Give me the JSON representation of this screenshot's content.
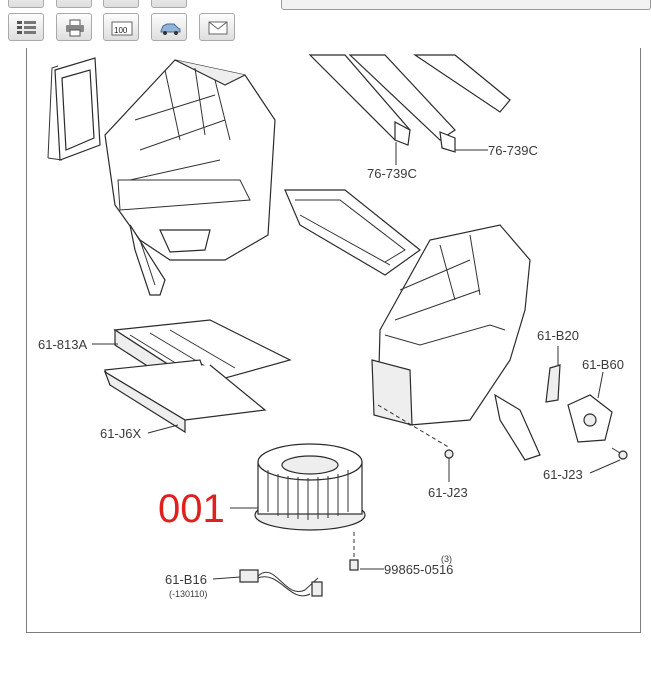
{
  "diagram": {
    "callout": "001",
    "labels": {
      "p76_739c_right": "76-739C",
      "p76_739c_left": "76-739C",
      "p61_813a": "61-813A",
      "p61_b20": "61-B20",
      "p61_b60": "61-B60",
      "p61_j6x": "61-J6X",
      "p61_j23_center": "61-J23",
      "p61_j23_right": "61-J23",
      "p61_b16": "61-B16",
      "p61_b16_note": "(-130110)",
      "p99865_0516": "99865-0516",
      "qty_3": "(3)"
    }
  },
  "colors": {
    "callout": "#e0201f",
    "line": "#333333",
    "frame": "#7d7d7d"
  }
}
